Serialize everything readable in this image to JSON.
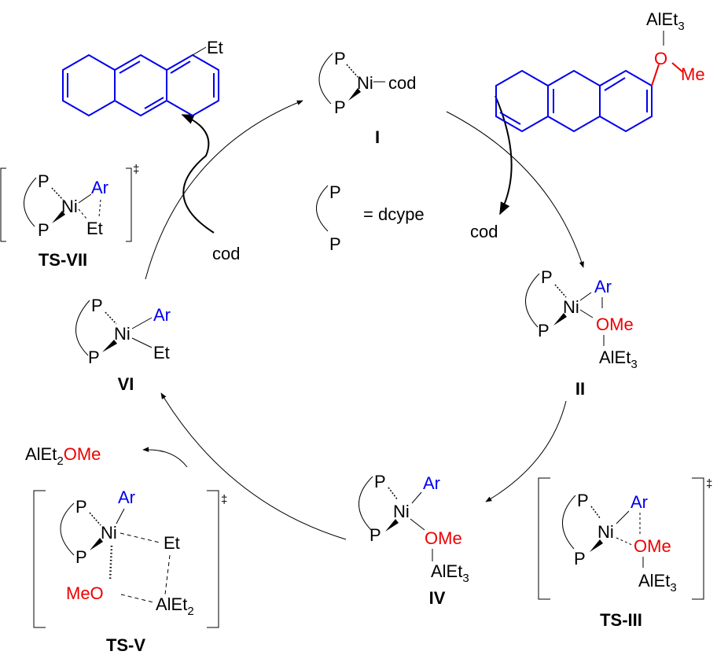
{
  "colors": {
    "aryl": "#0000ee",
    "oxygen": "#ee0000",
    "text": "#000000"
  },
  "legend": {
    "p": "P",
    "eq": "= dcype"
  },
  "I": {
    "p": "P",
    "ni": "Ni",
    "cod": "cod",
    "label": "I"
  },
  "II": {
    "p": "P",
    "ni": "Ni",
    "ar": "Ar",
    "ome": "OMe",
    "al": "AlEt",
    "al_sub": "3",
    "label": "II"
  },
  "TSIII": {
    "p": "P",
    "ni": "Ni",
    "ar": "Ar",
    "ome": "OMe",
    "al": "AlEt",
    "al_sub": "3",
    "dagger": "‡",
    "label": "TS-III"
  },
  "IV": {
    "p": "P",
    "ni": "Ni",
    "ar": "Ar",
    "ome": "OMe",
    "al": "AlEt",
    "al_sub": "3",
    "label": "IV"
  },
  "TSV": {
    "p": "P",
    "ni": "Ni",
    "ar": "Ar",
    "et": "Et",
    "meo": "MeO",
    "al": "AlEt",
    "al_sub": "2",
    "dagger": "‡",
    "label": "TS-V"
  },
  "VI": {
    "p": "P",
    "ni": "Ni",
    "ar": "Ar",
    "et": "Et",
    "label": "VI"
  },
  "TSVII": {
    "p": "P",
    "ni": "Ni",
    "ar": "Ar",
    "et": "Et",
    "dagger": "‡",
    "label": "TS-VII"
  },
  "reagent": {
    "al": "AlEt",
    "al_sub": "3",
    "o": "O",
    "me": "Me"
  },
  "product": {
    "et": "Et"
  },
  "cod_out": "cod",
  "cod_in": "cod",
  "byproduct": {
    "al": "AlEt",
    "al_sub": "2",
    "ome": "OMe"
  }
}
